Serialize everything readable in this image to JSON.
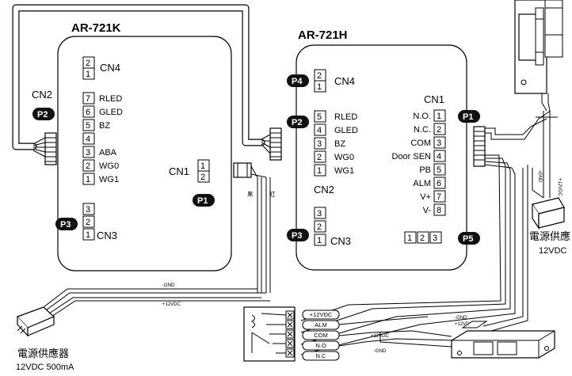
{
  "controller_k": {
    "title": "AR-721K",
    "cn4": {
      "label": "CN4",
      "pins": [
        "2",
        "1"
      ]
    },
    "cn2": {
      "label": "CN2",
      "pins": [
        "7",
        "6",
        "5",
        "4",
        "3",
        "2",
        "1"
      ],
      "signals": [
        "RLED",
        "GLED",
        "BZ",
        "",
        "ABA",
        "WG0",
        "WG1"
      ]
    },
    "cn1": {
      "label": "CN1",
      "pins": [
        "1",
        "2"
      ]
    },
    "cn3": {
      "label": "CN3",
      "pins": [
        "3",
        "2",
        "1"
      ]
    },
    "badges": {
      "p1": "P1",
      "p2": "P2",
      "p3": "P3"
    }
  },
  "controller_h": {
    "title": "AR-721H",
    "cn4": {
      "label": "CN4",
      "pins": [
        "2",
        "1"
      ]
    },
    "cn2": {
      "label": "CN2",
      "pins": [
        "5",
        "4",
        "3",
        "2",
        "1"
      ],
      "signals": [
        "RLED",
        "GLED",
        "BZ",
        "WG0",
        "WG1"
      ]
    },
    "cn3": {
      "label": "CN3",
      "pins": [
        "3",
        "2",
        "1"
      ]
    },
    "cn1": {
      "label": "CN1",
      "signals": [
        "N.O.",
        "N.C.",
        "COM",
        "Door SEN",
        "PB",
        "ALM",
        "V+",
        "V-"
      ],
      "pins": [
        "1",
        "2",
        "3",
        "4",
        "5",
        "6",
        "7",
        "8"
      ]
    },
    "p5_pins": [
      "1",
      "2",
      "3"
    ],
    "badges": {
      "p1": "P1",
      "p2": "P2",
      "p3": "P3",
      "p4": "P4",
      "p5": "P5"
    }
  },
  "wires": {
    "black": "黑",
    "red": "紅",
    "gnd_left": "-GND",
    "v12_left": "+12VDC",
    "gnd_right": "-GND",
    "v12_right": "+12VDC",
    "gnd_lock1": "-GND",
    "v12_lock1": "+12VDC",
    "v12_lock2": "+12VDC",
    "gnd_lock2": "-GND",
    "gnd_vert": "-GND",
    "v12_vert": "+12VDC"
  },
  "relay": {
    "terminals": [
      "+12VDC",
      "ALM",
      "COM",
      "N.O",
      "N.C"
    ]
  },
  "power_left": {
    "title": "電源供應器",
    "spec": "12VDC 500mA"
  },
  "power_right": {
    "title": "電源供應",
    "spec": "12VDC"
  }
}
